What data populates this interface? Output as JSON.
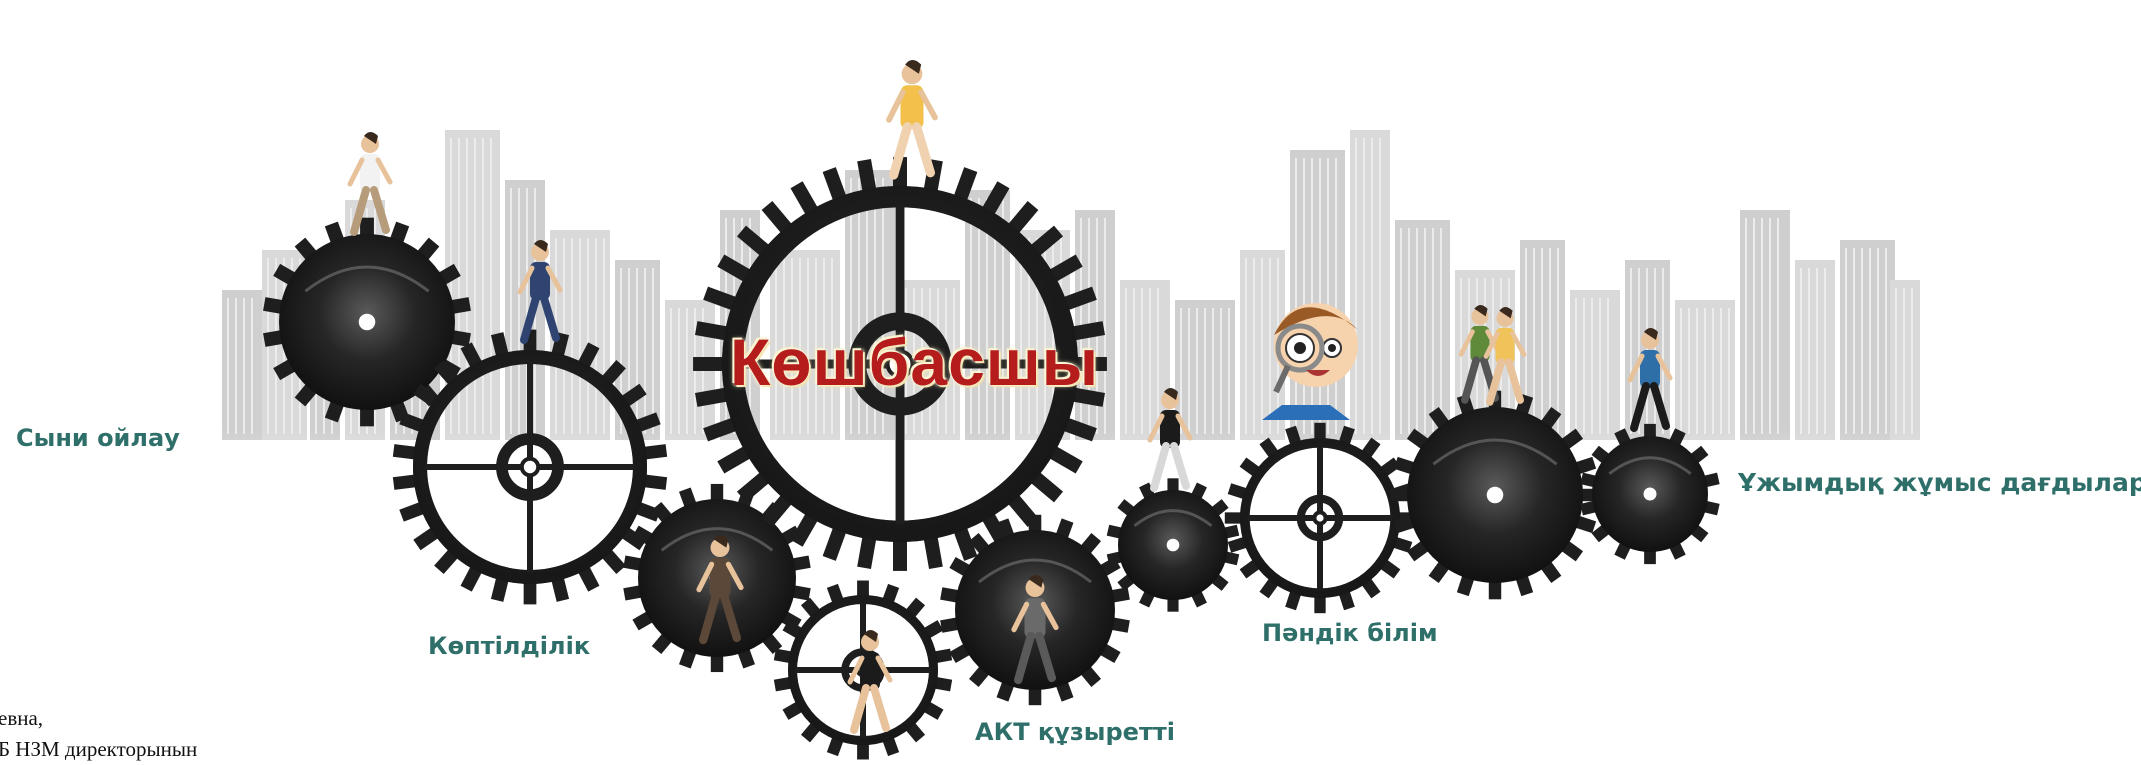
{
  "title": "Көшбасшы",
  "labels": {
    "critical_thinking": "Сыни ойлау",
    "multilingualism": "Көптілділік",
    "ict_competence": "АКТ құзыретті",
    "subject_knowledge": "Пәндік білім",
    "teamwork": "Ұжымдық жұмыс дағдылары"
  },
  "corner_text": {
    "line1": "евна,",
    "line2": "Б НЗМ директорынын"
  },
  "colors": {
    "label": "#2f6f6a",
    "title": "#b51c1c",
    "gear_dark": "#1e1e1e",
    "city": "#d6d6d6"
  },
  "icons": [
    "gear-icon",
    "person-figure-icon",
    "magnifier-boy-icon",
    "city-skyline-icon"
  ]
}
